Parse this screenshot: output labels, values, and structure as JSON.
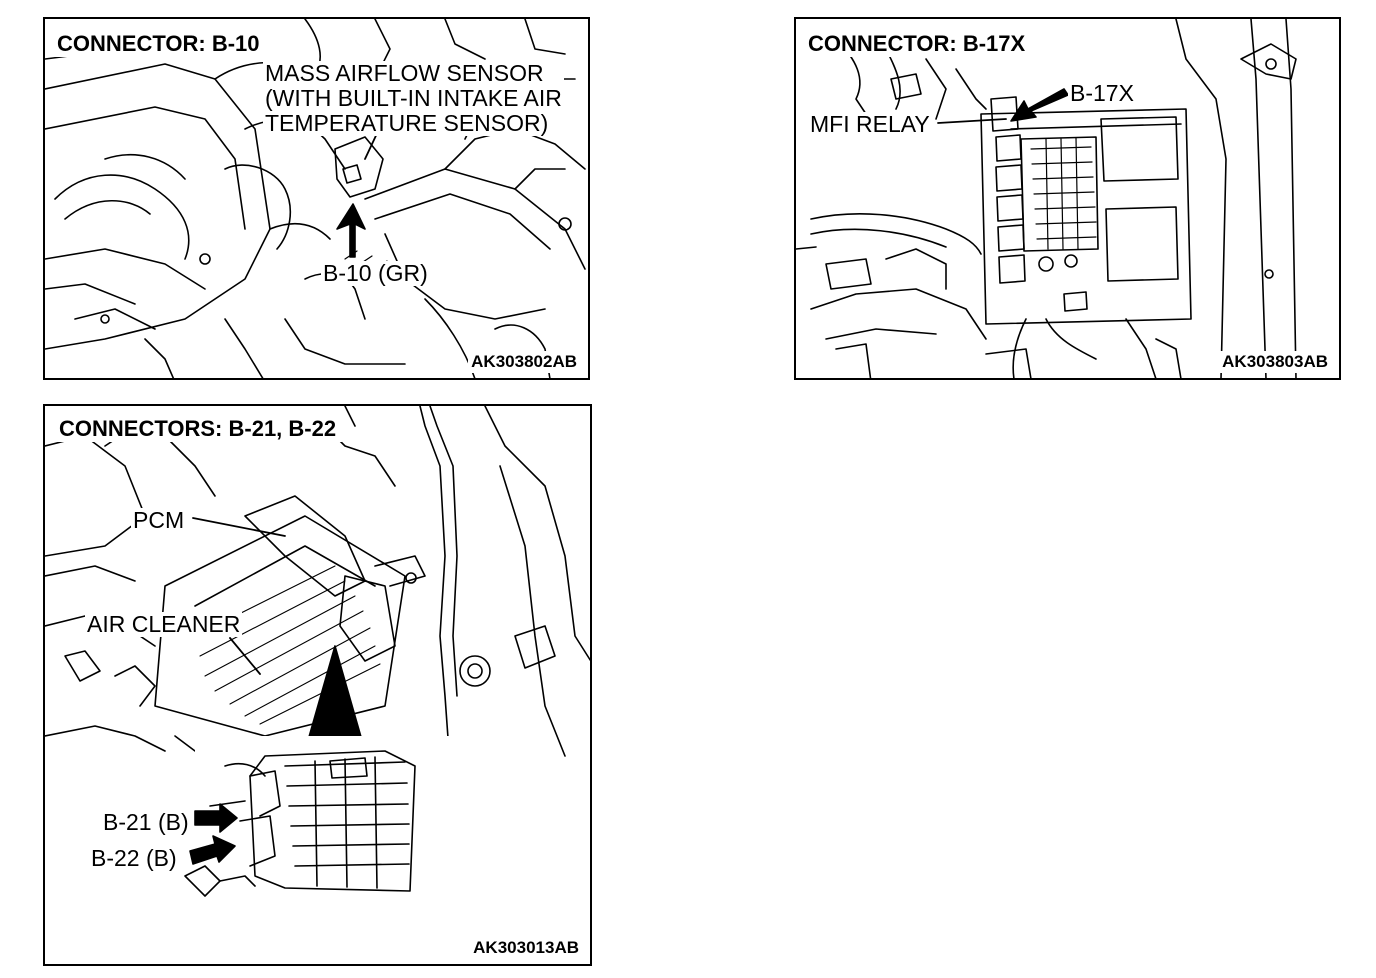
{
  "panels": [
    {
      "title": "CONNECTOR: B-10",
      "callout_lines": [
        "MASS AIRFLOW SENSOR",
        "(WITH BUILT-IN INTAKE AIR",
        "TEMPERATURE SENSOR)"
      ],
      "connector_label": "B-10 (GR)",
      "figure_code": "AK303802AB"
    },
    {
      "title": "CONNECTOR: B-17X",
      "relay_label": "MFI RELAY",
      "connector_label": "B-17X",
      "figure_code": "AK303803AB"
    },
    {
      "title": "CONNECTORS: B-21, B-22",
      "pcm_label": "PCM",
      "air_cleaner_label": "AIR CLEANER",
      "connector_labels": [
        "B-21 (B)",
        "B-22 (B)"
      ],
      "figure_code": "AK303013AB"
    }
  ]
}
